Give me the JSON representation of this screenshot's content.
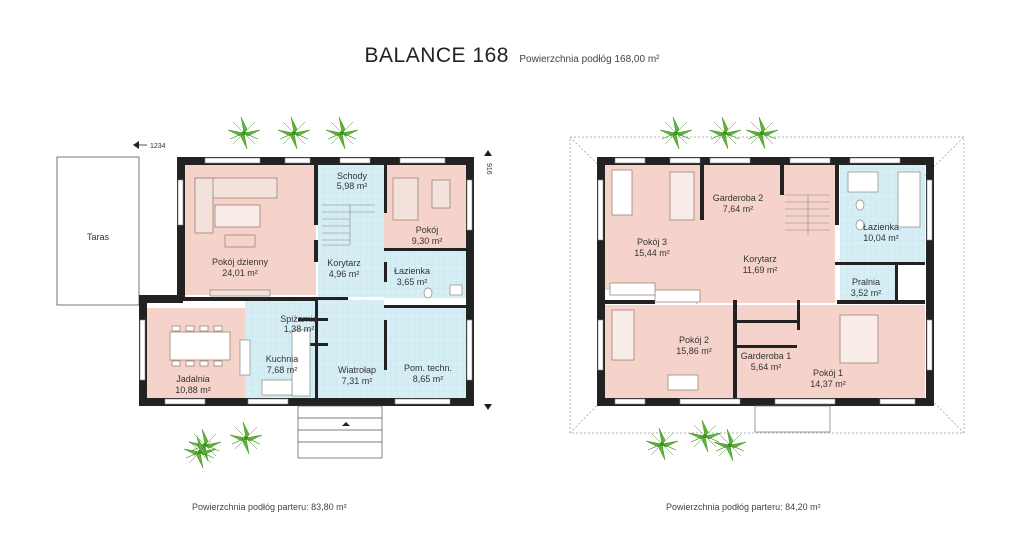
{
  "header": {
    "title": "BALANCE 168",
    "subtitle": "Powierzchnia podłóg 168,00 m²"
  },
  "dimensions": {
    "ground_width": "1234",
    "ground_side": "916"
  },
  "ground_floor": {
    "terrace": "Taras",
    "rooms": [
      {
        "name": "Pokój dzienny",
        "area": "24,01 m²"
      },
      {
        "name": "Schody",
        "area": "5,98 m²"
      },
      {
        "name": "Pokój",
        "area": "9,30 m²"
      },
      {
        "name": "Korytarz",
        "area": "4,96 m²"
      },
      {
        "name": "Łazienka",
        "area": "3,65 m²"
      },
      {
        "name": "Spiżarnia",
        "area": "1,38 m²"
      },
      {
        "name": "Kuchnia",
        "area": "7,68 m²"
      },
      {
        "name": "Jadalnia",
        "area": "10,88 m²"
      },
      {
        "name": "Wiatrołap",
        "area": "7,31 m²"
      },
      {
        "name": "Pom. techn.",
        "area": "8,65 m²"
      }
    ],
    "footer": "Powierzchnia podłóg parteru: 83,80 m²"
  },
  "upper_floor": {
    "rooms": [
      {
        "name": "Pokój 3",
        "area": "15,44 m²"
      },
      {
        "name": "Garderoba 2",
        "area": "7,64 m²"
      },
      {
        "name": "Korytarz",
        "area": "11,69 m²"
      },
      {
        "name": "Łazienka",
        "area": "10,04 m²"
      },
      {
        "name": "Pralnia",
        "area": "3,52 m²"
      },
      {
        "name": "Pokój 2",
        "area": "15,86 m²"
      },
      {
        "name": "Garderoba 1",
        "area": "5,64 m²"
      },
      {
        "name": "Pokój 1",
        "area": "14,37 m²"
      }
    ],
    "footer": "Powierzchnia podłóg parteru: 84,20 m²"
  },
  "colors": {
    "room_pink": "#f6d3ca",
    "room_blue": "#d6eef4",
    "wall": "#222222",
    "plant": "#5db534"
  }
}
